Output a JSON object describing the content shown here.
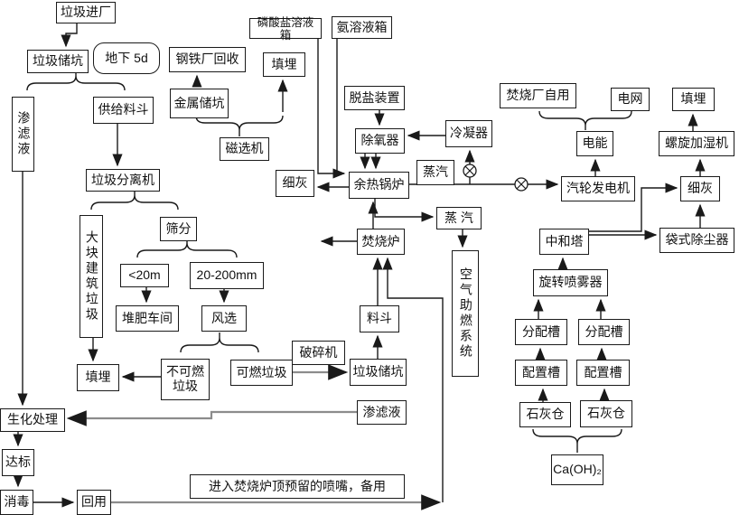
{
  "diagram_title": "",
  "colors": {
    "background": "#ffffff",
    "line": "#1a1a1a",
    "gray_line": "#8c8c8c",
    "box_border": "#1a1a1a"
  },
  "nodes": {
    "waste-entry": "垃圾进厂",
    "waste-pit-1": "垃圾储坑",
    "underground-5d": "地下 5d",
    "steel-plant-recycle": "钢铁厂回收",
    "landfill-1": "填埋",
    "phosphate-tank": "磷酸盐溶液箱",
    "ammonia-tank": "氨溶液箱",
    "plant-self-use": "焚烧厂自用",
    "power-grid": "电网",
    "landfill-2": "填埋",
    "leachate-1": "渗滤液",
    "feed-hopper": "供给料斗",
    "metal-pit": "金属储坑",
    "desalination": "脱盐装置",
    "deaerator": "除氧器",
    "condenser": "冷凝器",
    "electric-energy": "电能",
    "screw-humidifier": "螺旋加湿机",
    "magnetic-separator": "磁选机",
    "waste-separator": "垃圾分离机",
    "fine-ash-1": "细灰",
    "waste-heat-boiler": "余热锅炉",
    "steam-1": "蒸汽",
    "turbine-generator": "汽轮发电机",
    "fine-ash-2": "细灰",
    "bulky-construction-waste": "大块建筑垃圾",
    "screening": "筛分",
    "steam-2": "蒸 汽",
    "incinerator": "焚烧炉",
    "neutralization-tower": "中和塔",
    "bag-filter": "袋式除尘器",
    "lt-20m": "<20m",
    "size-20-200mm": "20-200mm",
    "rotary-atomizer": "旋转喷雾器",
    "air-combustion-system": "空气助燃系统",
    "compost-workshop": "堆肥车间",
    "air-classifier": "风选",
    "hopper": "料斗",
    "distribution-tank-1": "分配槽",
    "distribution-tank-2": "分配槽",
    "non-combustible": "不可燃垃圾",
    "combustible": "可燃垃圾",
    "crusher": "破碎机",
    "waste-pit-2": "垃圾储坑",
    "preparation-tank-1": "配置槽",
    "preparation-tank-2": "配置槽",
    "landfill-3": "填埋",
    "leachate-2": "渗滤液",
    "lime-silo-1": "石灰仓",
    "lime-silo-2": "石灰仓",
    "biochemical-treatment": "生化处理",
    "reach-standard": "达标",
    "ca-oh-2": "Ca(OH)₂",
    "nozzle-note": "进入焚烧炉顶预留的喷嘴，备用",
    "disinfection": "消毒",
    "reuse": "回用"
  }
}
